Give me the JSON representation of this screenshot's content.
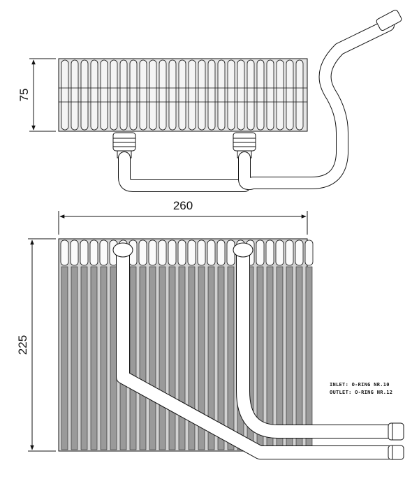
{
  "dimensions": {
    "top_height": "75",
    "width": "260",
    "front_height": "225"
  },
  "notes": {
    "inlet": "INLET: O-RING NR.10",
    "outlet": "OUTLET: O-RING NR.12"
  }
}
